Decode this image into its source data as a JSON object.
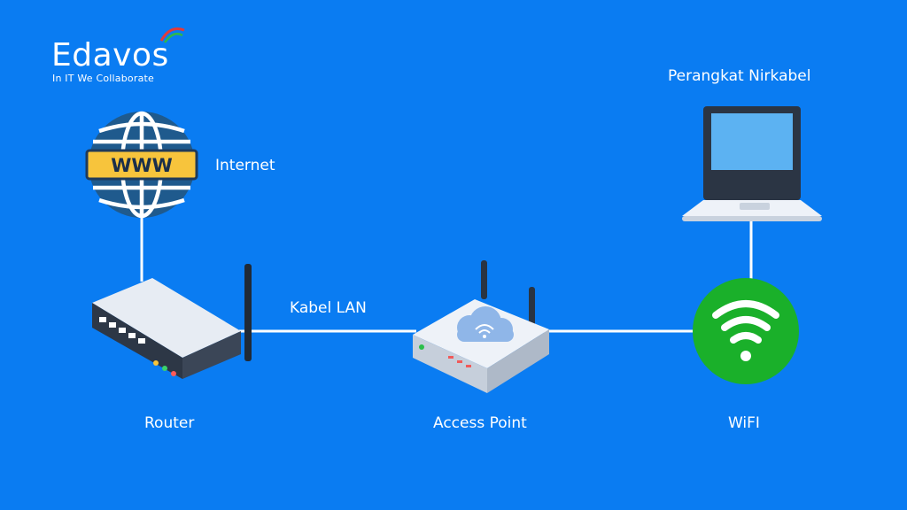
{
  "brand": {
    "name": "Edavos",
    "tagline": "In IT We Collaborate"
  },
  "nodes": {
    "internet": {
      "label": "Internet",
      "badge_text": "WWW"
    },
    "wireless_device": {
      "label": "Perangkat Nirkabel"
    },
    "router": {
      "label": "Router"
    },
    "access_point": {
      "label": "Access Point"
    },
    "wifi": {
      "label": "WiFI"
    }
  },
  "edges": {
    "lan_cable": {
      "label": "Kabel LAN"
    }
  },
  "colors": {
    "background": "#0a7cf2",
    "globe": "#1f5a8d",
    "badge": "#f7c43c",
    "wifi": "#1ab02a",
    "device_light": "#eef2f8",
    "device_dark": "#2b3544"
  }
}
